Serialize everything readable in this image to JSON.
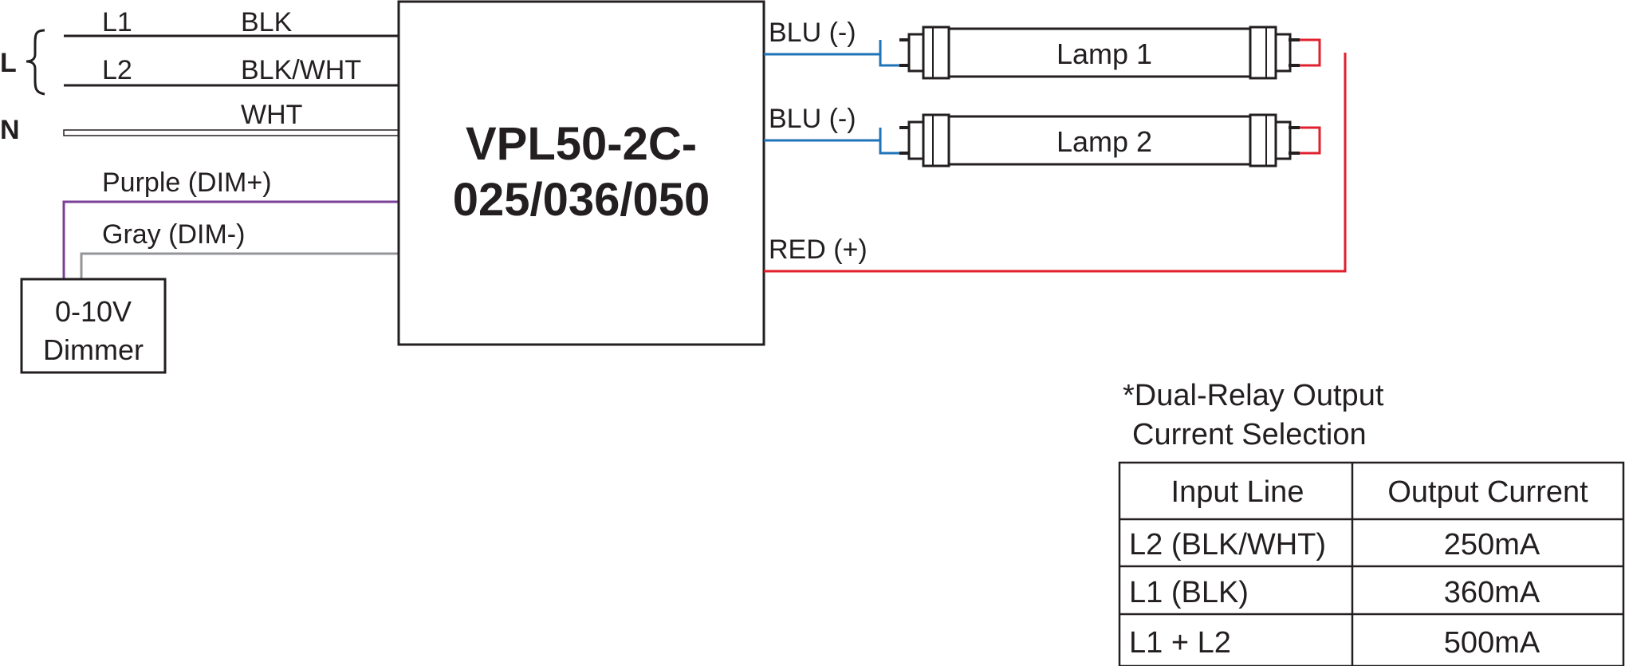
{
  "input": {
    "line_group_label": "L",
    "neutral_label": "N",
    "l1_label": "L1",
    "l2_label": "L2",
    "l1_wire": "BLK",
    "l2_wire": "BLK/WHT",
    "n_wire": "WHT",
    "dim_plus": "Purple (DIM+)",
    "dim_minus": "Gray (DIM-)"
  },
  "dimmer": {
    "line1": "0-10V",
    "line2": "Dimmer"
  },
  "driver": {
    "line1": "VPL50-2C-",
    "line2": "025/036/050"
  },
  "output": {
    "blu1": "BLU (-)",
    "blu2": "BLU (-)",
    "red": "RED (+)",
    "lamp1": "Lamp 1",
    "lamp2": "Lamp 2"
  },
  "note": {
    "line1": "*Dual-Relay Output",
    "line2": "Current Selection"
  },
  "table": {
    "headers": [
      "Input Line",
      "Output Current"
    ],
    "rows": [
      [
        "L2 (BLK/WHT)",
        "250mA"
      ],
      [
        "L1 (BLK)",
        "360mA"
      ],
      [
        "L1 + L2",
        "500mA"
      ]
    ]
  },
  "colors": {
    "ink": "#231f20",
    "blue": "#1f73b7",
    "red": "#e0202e",
    "purple": "#7b3f98",
    "gray": "#939598"
  }
}
